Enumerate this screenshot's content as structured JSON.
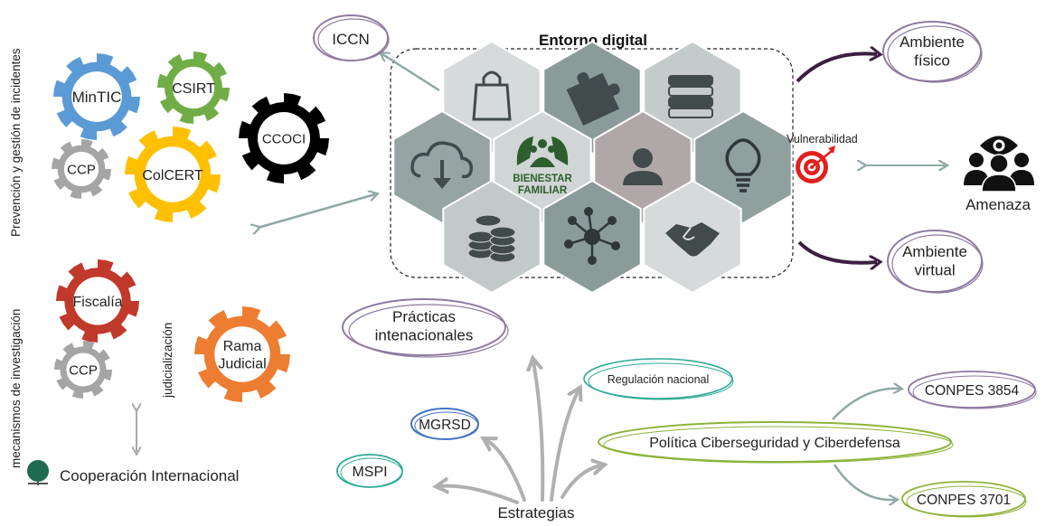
{
  "gears": [
    {
      "id": "mintic",
      "label": "MinTIC",
      "color": "#5B9BD5"
    },
    {
      "id": "csirt",
      "label": "CSIRT",
      "color": "#70AD47"
    },
    {
      "id": "ccoci",
      "label": "CCOCI",
      "color": "#000000"
    },
    {
      "id": "ccp1",
      "label": "CCP",
      "color": "#A5A5A5"
    },
    {
      "id": "colcert",
      "label": "ColCERT",
      "color": "#FFC000"
    },
    {
      "id": "fiscalia",
      "label": "Fiscalía",
      "color": "#C0392B"
    },
    {
      "id": "ccp2",
      "label": "CCP",
      "color": "#A5A5A5"
    },
    {
      "id": "rama",
      "label": "Rama\nJudicial",
      "color": "#ED7D31"
    }
  ],
  "vertical_labels": {
    "prevention": "Prevención y gestión de incidentes",
    "investigation": "mecanismos de investigación",
    "judicial": "judicialización"
  },
  "center": {
    "title": "Entorno digital",
    "bienestar_line1": "BIENESTAR",
    "bienestar_line2": "FAMILIAR",
    "hexagons": [
      {
        "icon": "shopping-bag-icon",
        "color": "#D6DADA"
      },
      {
        "icon": "puzzle-icon",
        "color": "#8B9B9A"
      },
      {
        "icon": "books-icon",
        "color": "#C5CBCB"
      },
      {
        "icon": "cloud-download-icon",
        "color": "#96A4A4"
      },
      {
        "icon": "bienestar-familiar-logo",
        "color": "#D0D5D5"
      },
      {
        "icon": "user-icon",
        "color": "#B0A8A8"
      },
      {
        "icon": "lightbulb-icon",
        "color": "#8FA09F"
      },
      {
        "icon": "coins-icon",
        "color": "#C3C9C9"
      },
      {
        "icon": "network-icon",
        "color": "#8B9B9A"
      },
      {
        "icon": "handshake-icon",
        "color": "#D6DADA"
      }
    ]
  },
  "ovals": {
    "iccn": "ICCN",
    "ambiente_fisico": "Ambiente\nfísico",
    "ambiente_virtual": "Ambiente\nvirtual",
    "practicas": "Prácticas\nintenacionales",
    "regulacion": "Regulación nacional",
    "mgrsd": "MGRSD",
    "mspi": "MSPI",
    "politica": "Política Ciberseguridad y Ciberdefensa",
    "conpes3854": "CONPES 3854",
    "conpes3701": "CONPES 3701"
  },
  "labels": {
    "vulnerabilidad": "Vulnerabilidad",
    "amenaza": "Amenaza",
    "estrategias": "Estrategias",
    "cooperacion": "Cooperación Internacional"
  },
  "colors": {
    "purple": "#8E7AA0",
    "dark_purple": "#3D1F42",
    "teal": "#2EAA95",
    "blue": "#4472C4",
    "green": "#8DB33A",
    "gray_arrow": "#A9A9A9",
    "slate_arrow": "#8FA7A7",
    "target_red": "#E0201E",
    "globe_green": "#1E6B52"
  }
}
